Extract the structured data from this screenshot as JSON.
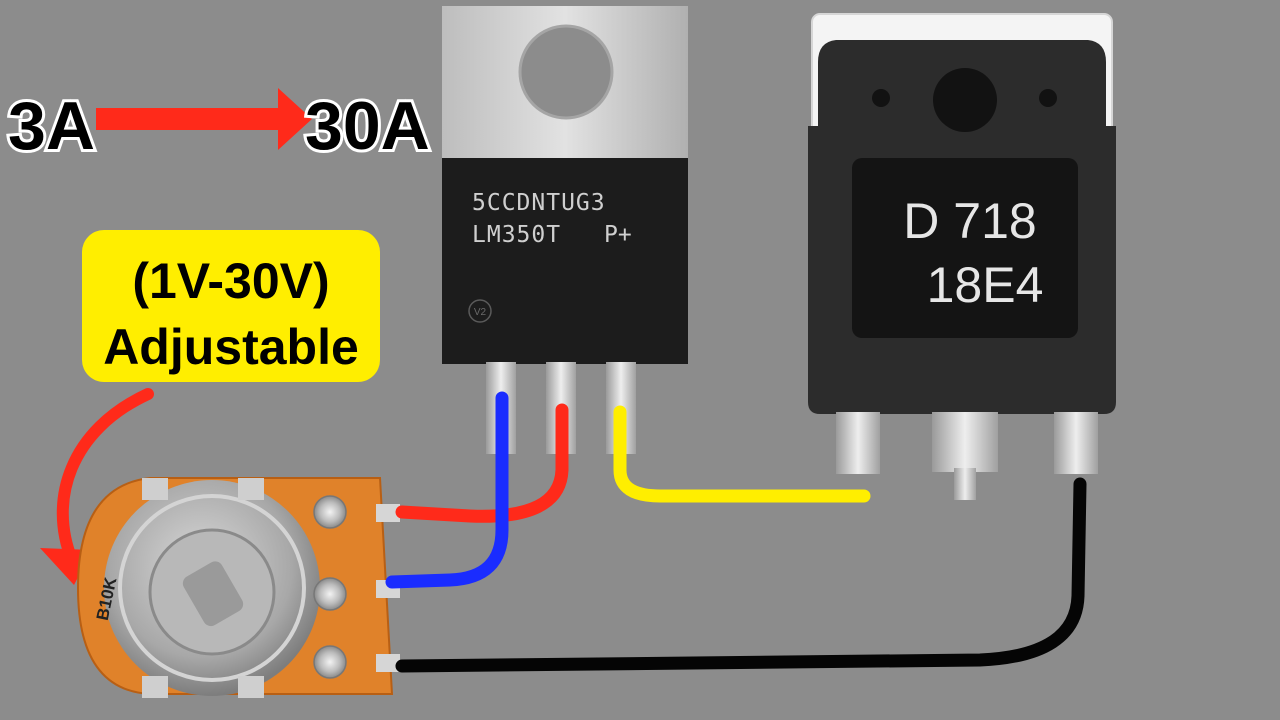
{
  "headline": {
    "from": "3A",
    "to": "30A"
  },
  "callout": {
    "line1": "(1V-30V)",
    "line2": "Adjustable"
  },
  "regulator": {
    "marking_line1": "5CCDNTUG3",
    "marking_line2": "LM350T",
    "marking_suffix": "P+",
    "logo": "V2"
  },
  "transistor": {
    "marking_line1": "D 718",
    "marking_line2": "18E4"
  },
  "potentiometer": {
    "marking": "B10K"
  },
  "colors": {
    "background": "#8c8c8c",
    "arrow": "#ff2a1a",
    "callout_bg": "#ffee00",
    "wire_red": "#ff2a1a",
    "wire_blue": "#1a2cff",
    "wire_yellow": "#ffee00",
    "wire_black": "#050505"
  }
}
